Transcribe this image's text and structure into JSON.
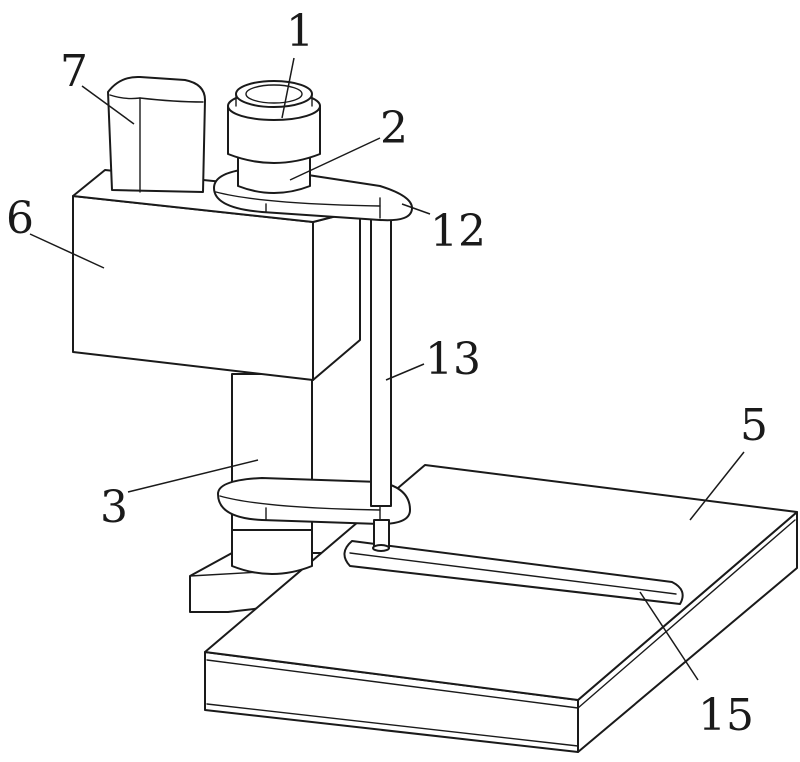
{
  "labels": {
    "l1": "1",
    "l2": "2",
    "l3": "3",
    "l5": "5",
    "l6": "6",
    "l7": "7",
    "l12": "12",
    "l13": "13",
    "l15": "15"
  }
}
